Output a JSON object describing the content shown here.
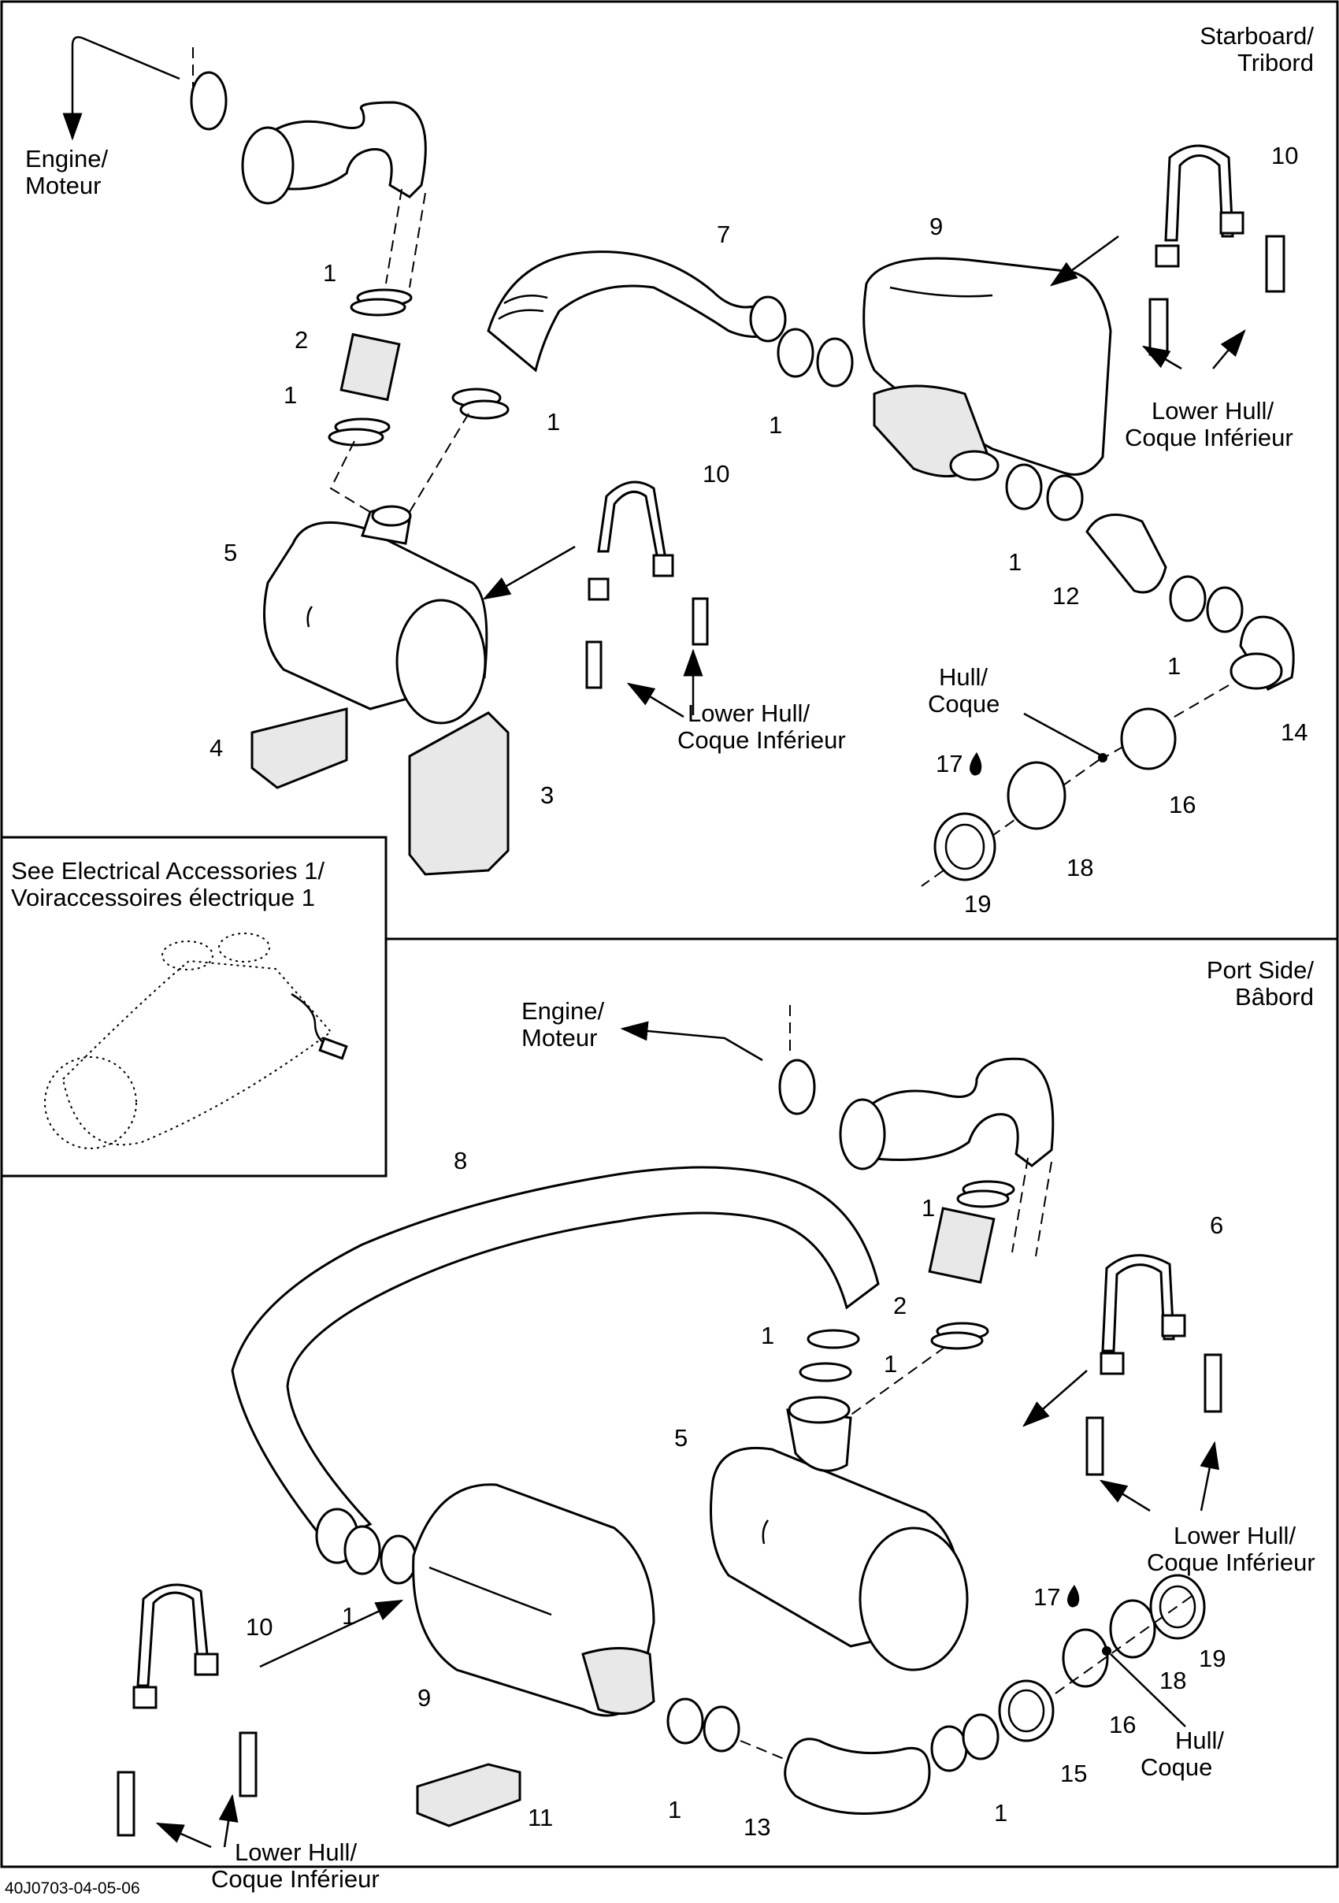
{
  "sections": {
    "starboard": {
      "title_line1": "Starboard/",
      "title_line2": "Tribord"
    },
    "port": {
      "title_line1": "Port Side/",
      "title_line2": "Bâbord"
    }
  },
  "labels": {
    "engine_line1": "Engine/",
    "engine_line2": "Moteur",
    "lower_hull_line1": "Lower Hull/",
    "lower_hull_line2": "Coque Inférieur",
    "hull_line1": "Hull/",
    "hull_line2": "Coque"
  },
  "inset": {
    "title_line1": "See Electrical Accessories 1/",
    "title_line2": "Voiraccessoires électrique 1"
  },
  "callouts": {
    "n1": "1",
    "n2": "2",
    "n3": "3",
    "n4": "4",
    "n5": "5",
    "n6": "6",
    "n7": "7",
    "n8": "8",
    "n9": "9",
    "n10": "10",
    "n11": "11",
    "n12": "12",
    "n13": "13",
    "n14": "14",
    "n15": "15",
    "n16": "16",
    "n17": "17",
    "n18": "18",
    "n19": "19"
  },
  "footer": {
    "reference": "40J0703-04-05-06"
  },
  "icons": {
    "lubricant": "oil-drop-icon",
    "arrow": "arrow-icon"
  }
}
